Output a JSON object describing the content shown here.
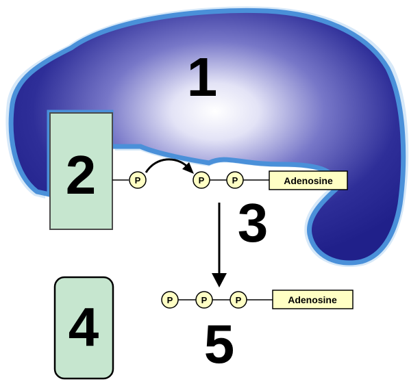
{
  "labels": {
    "enzyme": "1",
    "substrate_box": "2",
    "bound_atp": "3",
    "product_box": "4",
    "released_adp": "5"
  },
  "phosphate_label": "P",
  "adenosine_label": "Adenosine",
  "colors": {
    "enzyme_dark": "#1f1f8a",
    "enzyme_light": "#ffffff",
    "enzyme_outline": "#4a90d9",
    "enzyme_outer": "#cfe3f7",
    "box_fill": "#c6e6cf",
    "box_stroke": "#4a4a4a",
    "phosphate_fill": "#ffffc4",
    "adenosine_fill": "#ffffc4"
  }
}
